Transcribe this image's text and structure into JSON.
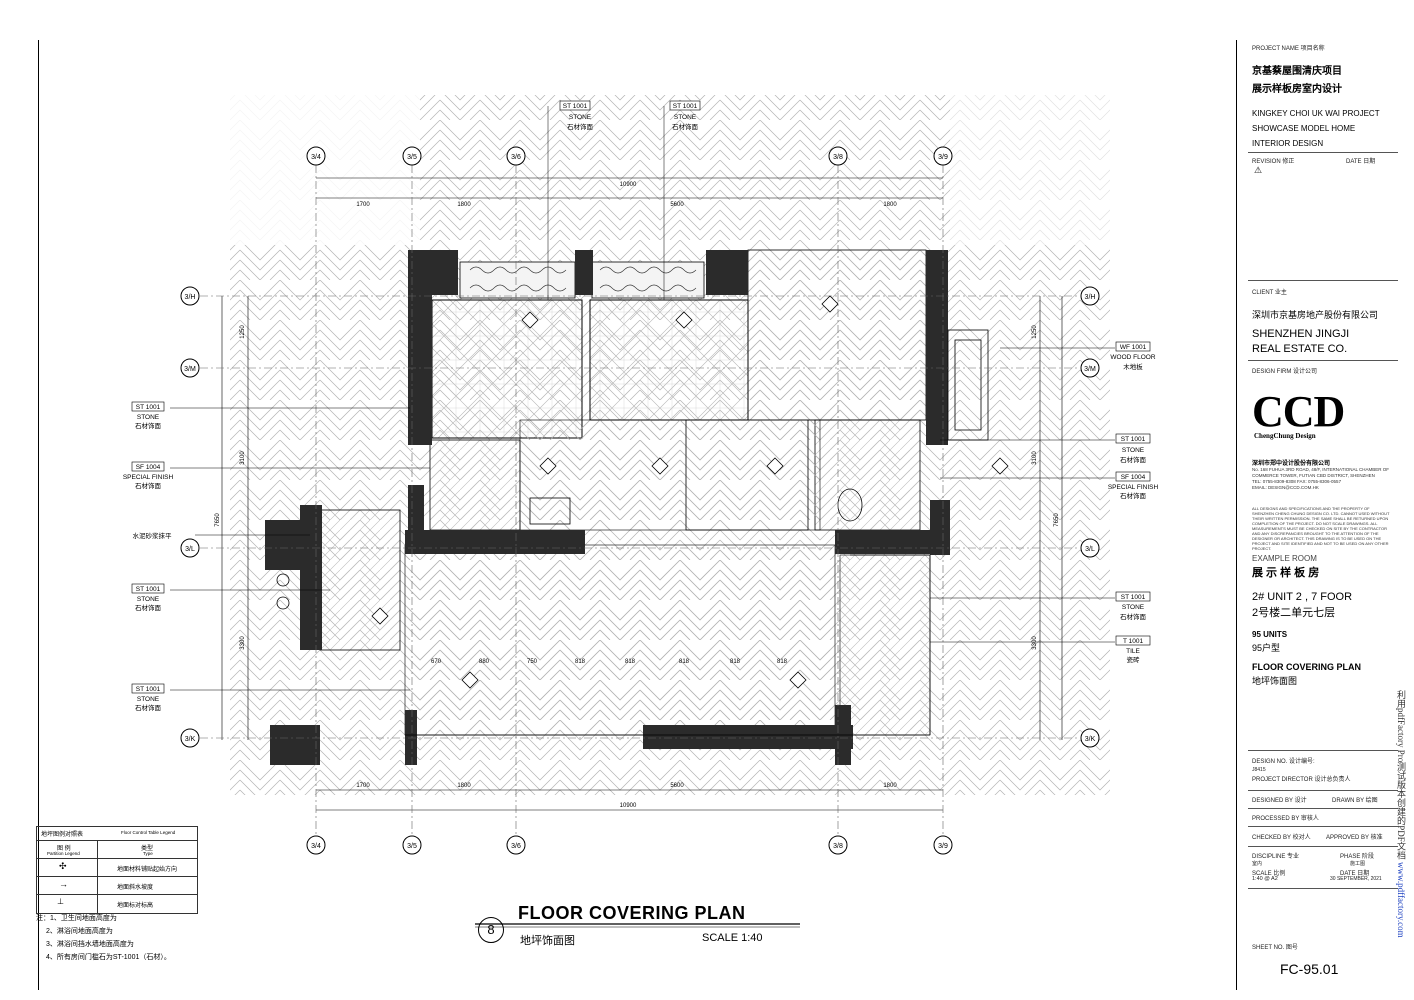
{
  "drawing": {
    "title": "FLOOR COVERING PLAN",
    "title_cn": "地坪饰面图",
    "scale": "SCALE 1:40",
    "number": "8"
  },
  "grid_bubbles": {
    "top": [
      "3/4",
      "3/5",
      "3/6",
      "3/8",
      "3/9"
    ],
    "left": [
      "3/H",
      "3/M",
      "3/L",
      "3/K"
    ],
    "right": [
      "3/H",
      "3/M",
      "3/L",
      "3/K"
    ]
  },
  "dimensions": {
    "top_total": "10900",
    "top_segments": [
      "1700",
      "1800",
      "5600",
      "1800"
    ],
    "bottom_total": "10900",
    "bottom_segments": [
      "1700",
      "1800",
      "5600",
      "1800"
    ],
    "left_total": "7650",
    "left_segments": [
      "1250",
      "3100",
      "3300"
    ],
    "right_total": "7650",
    "right_segments": [
      "1250",
      "3100",
      "3300"
    ],
    "inner_row": [
      "670",
      "880",
      "750",
      "818",
      "818",
      "818",
      "818",
      "818"
    ]
  },
  "material_tags": {
    "top_left": {
      "code": "ST 1001",
      "en": "STONE",
      "cn": "石材饰面"
    },
    "top_right": {
      "code": "ST 1001",
      "en": "STONE",
      "cn": "石材饰面"
    },
    "left_1": {
      "code": "ST 1001",
      "en": "STONE",
      "cn": "石材饰面"
    },
    "left_2": {
      "code": "SF 1004",
      "en": "SPECIAL FINISH",
      "cn": "石材饰面"
    },
    "left_3": {
      "cn": "水泥砂浆抹平"
    },
    "left_4": {
      "code": "ST 1001",
      "en": "STONE",
      "cn": "石材饰面"
    },
    "left_5": {
      "code": "ST 1001",
      "en": "STONE",
      "cn": "石材饰面"
    },
    "right_1": {
      "code": "WF 1001",
      "en": "WOOD FLOOR",
      "cn": "木地板"
    },
    "right_2": {
      "code": "ST 1001",
      "en": "STONE",
      "cn": "石材饰面"
    },
    "right_3": {
      "code": "SF 1004",
      "en": "SPECIAL FINISH",
      "cn": "石材饰面"
    },
    "right_4": {
      "code": "ST 1001",
      "en": "STONE",
      "cn": "石材饰面"
    },
    "right_5": {
      "code": "T 1001",
      "en": "TILE",
      "cn": "瓷砖"
    }
  },
  "legend": {
    "title": "地坪图例对照表",
    "title_en": "Floor Control Table Legend",
    "col1": "图 例",
    "col1_en": "Partition Legend",
    "col2": "类型",
    "col2_en": "Type",
    "rows": [
      "地面材料铺贴起始方向",
      "地面斜水坡度",
      "地面标对标高"
    ]
  },
  "notes": [
    "注：1、卫生间地面高度为",
    "2、淋浴间地面高度为",
    "3、淋浴间挡水墙地面高度为",
    "4、所有房间门槛石为ST-1001（石材）。"
  ],
  "title_block": {
    "project_label": "PROJECT NAME 项目名称",
    "project_cn_1": "京基蔡屋围清庆项目",
    "project_cn_2": "展示样板房室内设计",
    "project_en_1": "KINGKEY CHOI UK WAI PROJECT",
    "project_en_2": "SHOWCASE MODEL HOME",
    "project_en_3": "INTERIOR DESIGN",
    "revision_label": "REVISION 修正",
    "date_label": "DATE 日期",
    "client_label": "CLIENT 业主",
    "client_cn": "深圳市京基房地产股份有限公司",
    "client_en_1": "SHENZHEN JINGJI",
    "client_en_2": "REAL ESTATE CO.",
    "design_firm_label": "DESIGN FIRM 设计公司",
    "logo": "CCD",
    "logo_sub": "ChengChung Design",
    "firm_cn": "深圳市郑中设计股份有限公司",
    "firm_addr": "No. 168 FUHUA 3RD ROAD, 48/F, INTERNATIONAL CHAMBER OF COMMERCE TOWER, FUTIAN CBD DISTRICT, SHENZHEN",
    "firm_tel": "TEL: 0755-8309-8308   FAX: 0755-8306-0557",
    "firm_email": "EMAIL: DESIGN@CCD.COM.HK",
    "disclaimer": "ALL DESIGNS AND SPECIFICATIONS AND THE PROPERTY OF SHENZHEN CHENG CHUNG DESIGN CO. LTD. CANNOT USED WITHOUT THEIR WRITTEN PERMISSION. THE SAME SHALL BE RETURNED UPON COMPLETION OF THE PROJECT. DO NOT SCALE DRAWINGS. ALL MEASUREMENTS MUST BE CHECKED ON SITE BY THE CONTRACTOR AND ANY DISCREPANCIES BROUGHT TO THE ATTENTION OF THE DESIGNER OR ARCHITECT. THIS DRAWING IS TO BE USED ON THE PROJECT AND SITE IDENTIFIED AND NOT TO BE USED ON ANY OTHER PROJECT.",
    "example_room": "EXAMPLE ROOM",
    "example_room_cn": "展 示 样 板 房",
    "unit_en": "2# UNIT 2 , 7 FOOR",
    "unit_cn": "2号楼二单元七层",
    "units_en": "95 UNITS",
    "units_cn": "95户型",
    "sheet_title_en": "FLOOR COVERING PLAN",
    "sheet_title_cn": "地坪饰面图",
    "design_no_label": "DESIGN NO.  设计编号:",
    "design_no": "J8415",
    "director_label": "PROJECT DIRECTOR  设计总负责人",
    "designed_label": "DESIGNED BY  设计",
    "drawn_label": "DRAWN BY  绘图",
    "processed_label": "PROCESSED BY  审核人",
    "checked_label": "CHECKED BY  校对人",
    "approved_label": "APPROVED BY  核准",
    "discipline_label": "DISCIPLINE  专业",
    "discipline": "室内",
    "phase_label": "PHASE  阶段",
    "phase": "施工图",
    "scale_label": "SCALE  比例",
    "scale": "1:40 @ A2",
    "date2_label": "DATE  日期",
    "date2": "30 SEPTEMBER, 2021",
    "sheet_no_label": "SHEET NO.  图号",
    "sheet_no": "FC-95.01"
  },
  "watermark": {
    "text": "利用pdfFactory Pro测试版本创建的PDF文档",
    "link": "www.pdffactory.com"
  },
  "colors": {
    "wall": "#2b2b2b",
    "hatch": "#9a9a9a",
    "line": "#000000"
  }
}
